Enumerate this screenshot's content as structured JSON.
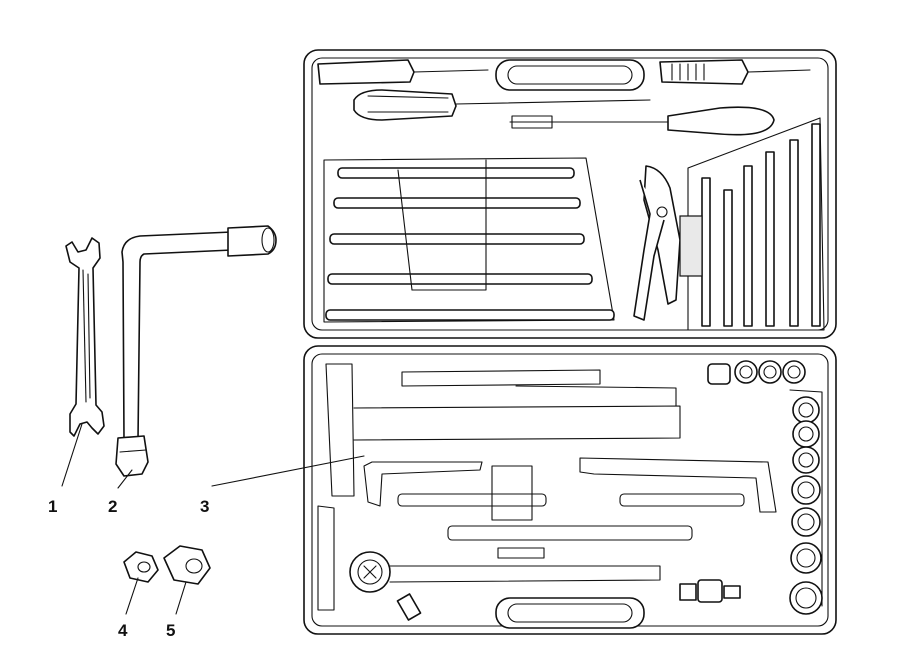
{
  "callouts": [
    {
      "id": "1",
      "label": "1"
    },
    {
      "id": "2",
      "label": "2"
    },
    {
      "id": "3",
      "label": "3"
    },
    {
      "id": "4",
      "label": "4"
    },
    {
      "id": "5",
      "label": "5"
    }
  ],
  "colors": {
    "ink": "#111111",
    "paper": "#ffffff",
    "shade": "#e9e9e9"
  },
  "icons": [
    "open-end-spanner",
    "l-shaped-box-wrench",
    "tool-case",
    "small-nut",
    "large-nut"
  ]
}
